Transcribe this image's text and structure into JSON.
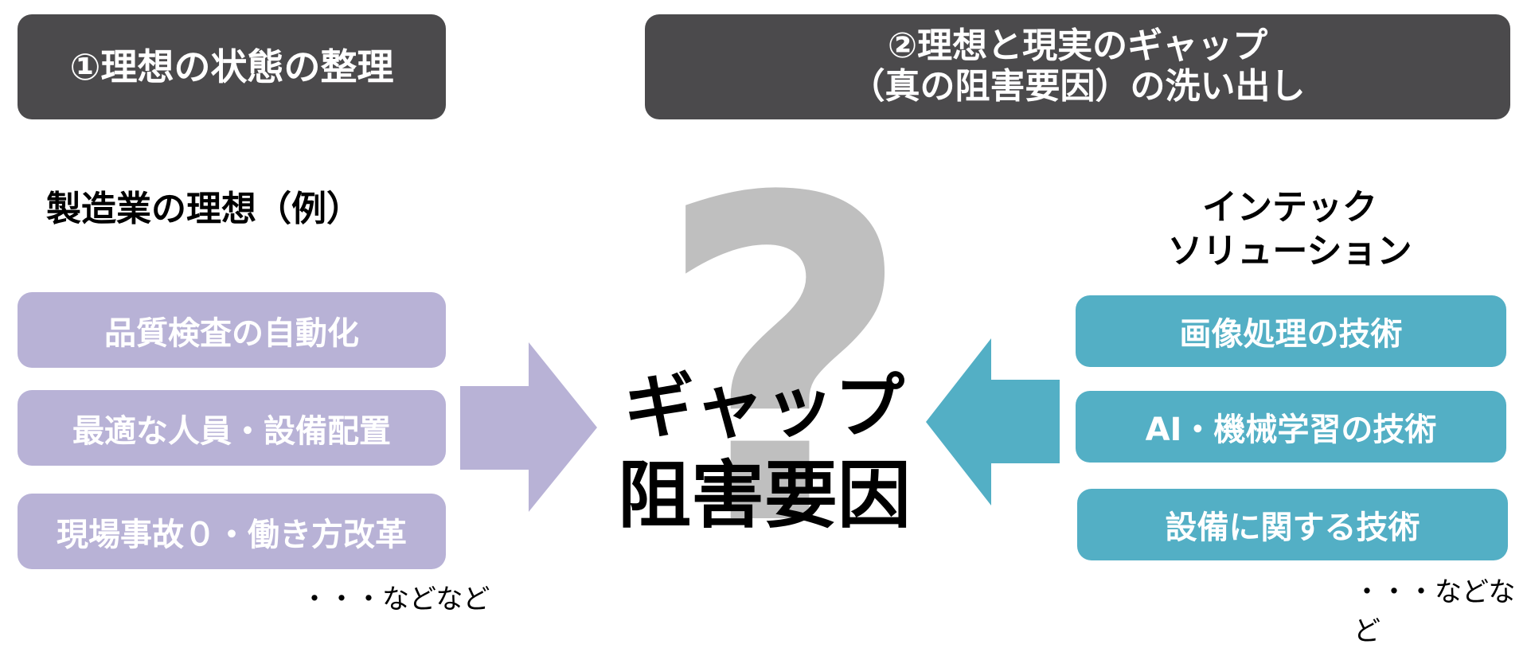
{
  "header_left": {
    "label": "①理想の状態の整理"
  },
  "header_right": {
    "line1": "②理想と現実のギャップ",
    "line2": "（真の阻害要因）の洗い出し"
  },
  "ideal": {
    "title": "製造業の理想（例）",
    "items": [
      "品質検査の自動化",
      "最適な人員・設備配置",
      "現場事故０・働き方改革"
    ],
    "etc": "・・・などなど"
  },
  "center": {
    "symbol": "?",
    "line1": "ギャップ",
    "line2": "阻害要因"
  },
  "solution": {
    "title_line1": "インテック",
    "title_line2": "ソリューション",
    "items": [
      "画像処理の技術",
      "AI・機械学習の技術",
      "設備に関する技術"
    ],
    "etc": "・・・などなど"
  },
  "colors": {
    "header": "#4b4a4c",
    "purple": "#b8b2d6",
    "teal": "#53afc5",
    "question": "#bfbfbf"
  }
}
